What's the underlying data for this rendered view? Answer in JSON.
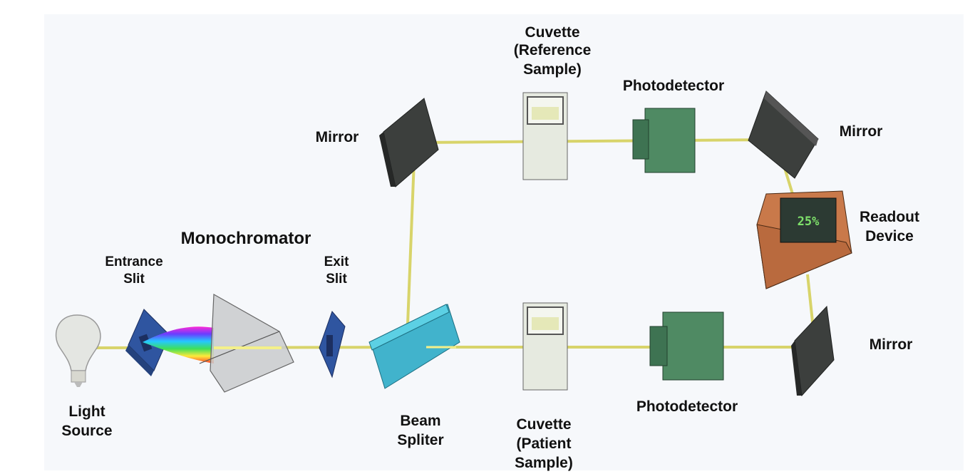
{
  "labels": {
    "cuvette_reference": [
      "Cuvette",
      "(Reference",
      "Sample)"
    ],
    "photodetector_top": "Photodetector",
    "mirror_top_left": "Mirror",
    "mirror_top_right": "Mirror",
    "readout_device": [
      "Readout",
      "Device"
    ],
    "monochromator": "Monochromator",
    "entrance_slit": [
      "Entrance",
      "Slit"
    ],
    "exit_slit": [
      "Exit",
      "Slit"
    ],
    "light_source": [
      "Light",
      "Source"
    ],
    "beam_splitter": [
      "Beam",
      "Spliter"
    ],
    "cuvette_patient": [
      "Cuvette",
      "(Patient",
      "Sample)"
    ],
    "photodetector_bottom": "Photodetector",
    "mirror_bottom_right": "Mirror"
  },
  "readout_display": "25%",
  "colors": {
    "background": "#f6f8fb",
    "beam": "#e8e47a",
    "slit": "#3a5fa8",
    "beam_splitter": "#3bb3cf",
    "mirror": "#3c3f3d",
    "photodetector": "#4f8a63",
    "readout_body": "#c9794a",
    "readout_text": "#7ee06a"
  }
}
